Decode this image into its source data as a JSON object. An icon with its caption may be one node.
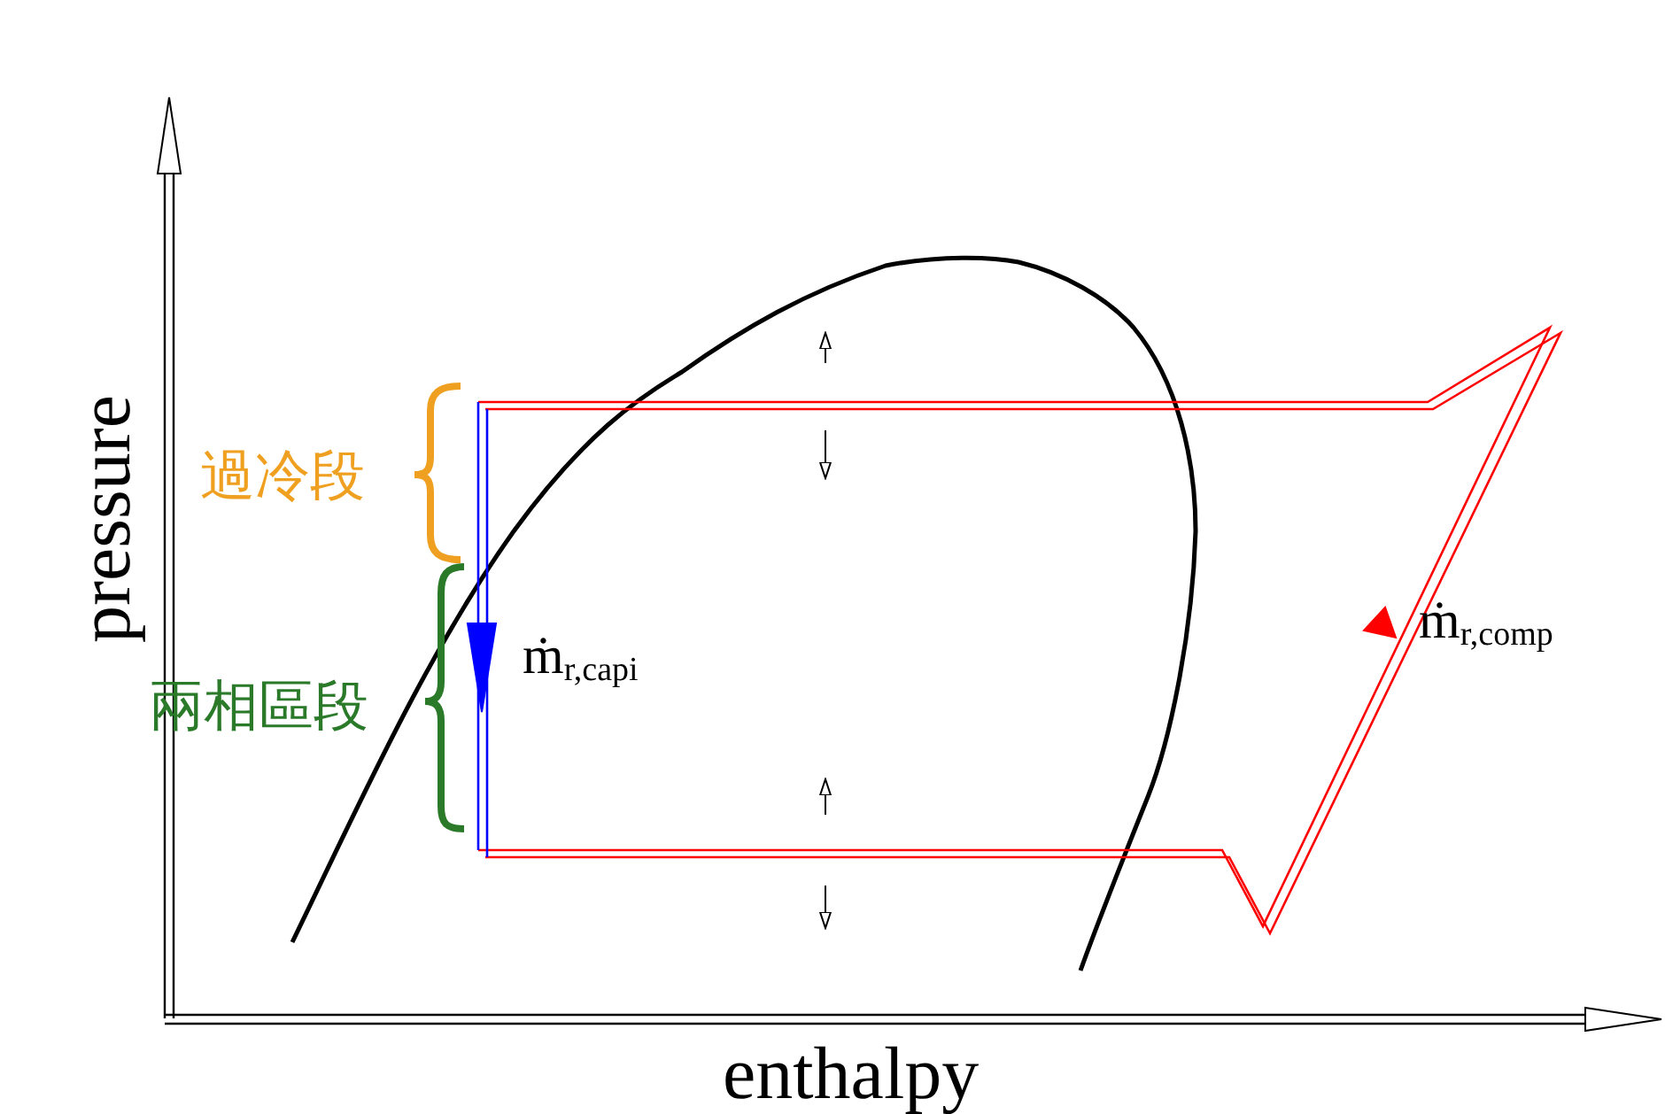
{
  "diagram": {
    "labels": [
      "pressure",
      "過冷段",
      "兩相區段",
      "ṁ$_{r,capi}$",
      "ṁ$_{r,comp}$",
      "enthalpy"
    ]
  }
}
